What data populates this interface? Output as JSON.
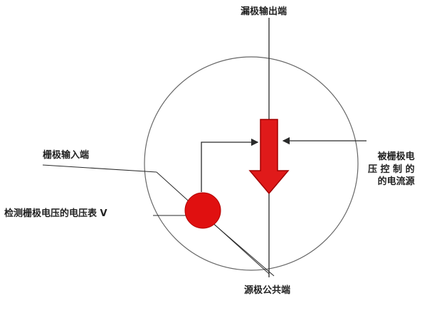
{
  "labels": {
    "drain": "漏极输出端",
    "gate": "栅极输入端",
    "meter": "检测栅极电压的电压表 V",
    "source": "源极公共端",
    "current_source": [
      "被栅极电",
      "压 控 制 的",
      "的电流源"
    ]
  },
  "colors": {
    "line": "#2a2a2a",
    "circle": "#666666",
    "arrow_fill": "#e01a1a",
    "arrow_stroke": "#a00000",
    "meter_fill": "#e01010",
    "text": "#222222"
  }
}
